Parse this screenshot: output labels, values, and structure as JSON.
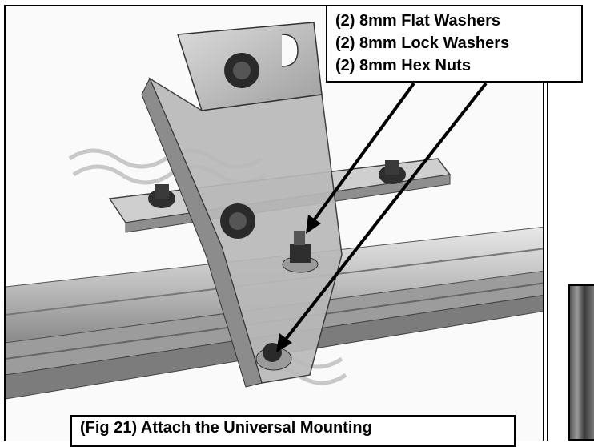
{
  "callout": {
    "lines": [
      "(2) 8mm Flat Washers",
      "(2) 8mm Lock Washers",
      "(2) 8mm Hex Nuts"
    ]
  },
  "caption": {
    "text": "(Fig 21) Attach the Universal Mounting"
  },
  "colors": {
    "border": "#000000",
    "metal_light": "#d6d6d6",
    "metal_dark": "#6e6e6e",
    "bolt": "#2a2a2a"
  },
  "icons": [
    "arrow-icon",
    "arrow-icon"
  ]
}
